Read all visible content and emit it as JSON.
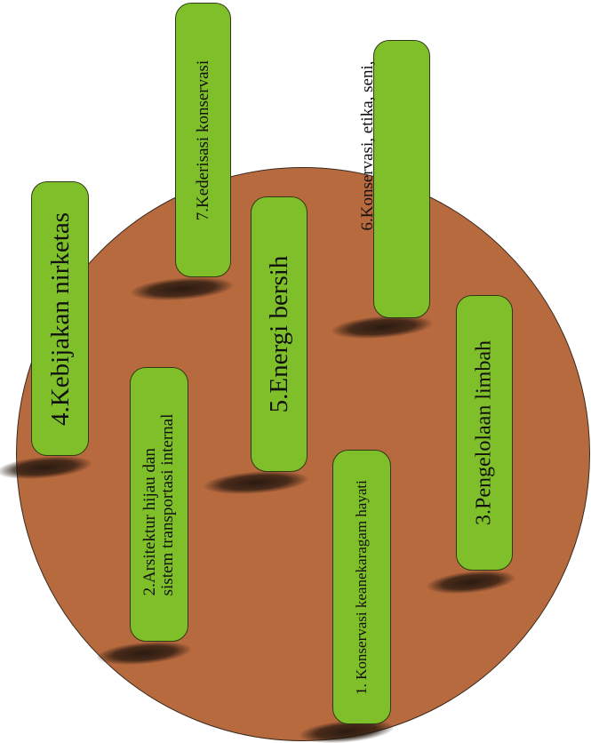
{
  "diagram": {
    "items": [
      {
        "id": "kebijakan",
        "label": "4.Kebijakan nirketas"
      },
      {
        "id": "kederisasi",
        "label": "7.Kederisasi konservasi"
      },
      {
        "id": "energi",
        "label": "5.Energi bersih"
      },
      {
        "id": "etika",
        "label": "6.Konservasi, etika, seni,"
      },
      {
        "id": "arsitektur",
        "label_line1": "2.Arsitektur hijau dan",
        "label_line2": "sistem transportasi internal"
      },
      {
        "id": "limbah",
        "label": "3.Pengelolaan limbah"
      },
      {
        "id": "keanekaragaman",
        "label": "1. Konservasi keanekaragam hayati"
      }
    ]
  },
  "colors": {
    "circle": "#b86a3f",
    "pill": "#7fc02a",
    "shadow": "#23160e"
  }
}
